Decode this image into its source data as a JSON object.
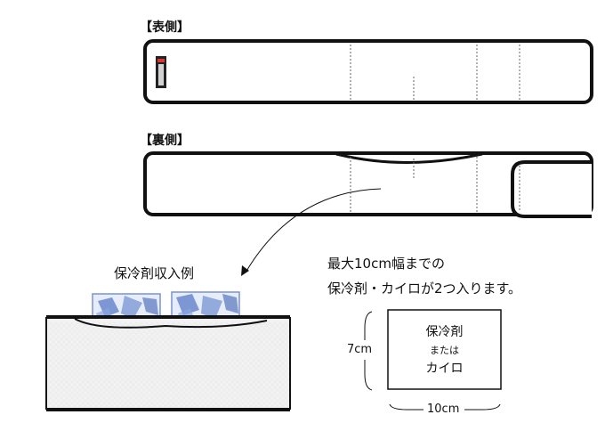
{
  "front": {
    "title": "【表側】"
  },
  "back": {
    "title": "【裏側】"
  },
  "example": {
    "title": "保冷剤収入例"
  },
  "note": {
    "line1": "最大10cm幅までの",
    "line2": "保冷剤・カイロが2つ入ります。"
  },
  "size_box": {
    "label_top": "保冷剤",
    "label_mid": "または",
    "label_bottom": "カイロ",
    "height": "7cm",
    "width": "10cm"
  },
  "colors": {
    "outline": "#111111",
    "pack_blue": "#6f8fd0",
    "pack_light": "#e6ecf8",
    "mesh": "#efefef"
  }
}
